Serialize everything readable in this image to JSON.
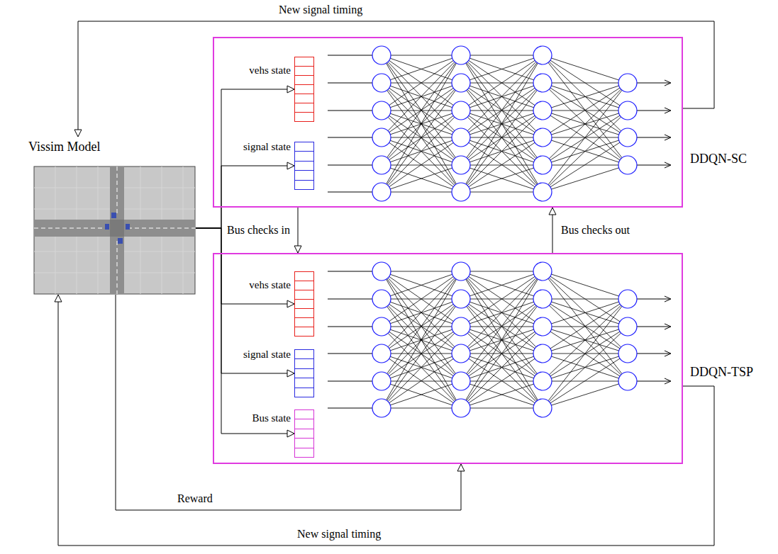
{
  "diagram": {
    "nodes": [
      {
        "text": [
          "Vissim Model"
        ]
      },
      {
        "text": [
          "DDQN-SC"
        ]
      },
      {
        "text": [
          "DDQN-TSP"
        ]
      },
      {
        "text": [
          "vehs state"
        ],
        "in": 1
      },
      {
        "text": [
          "signal state"
        ],
        "in": 1
      },
      {
        "text": [
          "vehs state"
        ],
        "in": 2
      },
      {
        "text": [
          "signal state"
        ],
        "in": 2
      },
      {
        "text": [
          "Bus state"
        ],
        "in": 2
      }
    ],
    "edges": [
      {
        "from": 1,
        "to": 0,
        "arrow": "to",
        "label": "New signal timing"
      },
      {
        "from": 2,
        "to": 0,
        "arrow": "to",
        "label": "New signal timing"
      },
      {
        "from": 0,
        "to": 2,
        "arrow": "to",
        "label": "Reward"
      },
      {
        "from": 1,
        "to": 2,
        "arrow": "to",
        "label": "Bus checks in"
      },
      {
        "from": 2,
        "to": 1,
        "arrow": "to",
        "label": "Bus checks out"
      },
      {
        "from": 0,
        "to": 3,
        "arrow": "to"
      },
      {
        "from": 0,
        "to": 4,
        "arrow": "to"
      },
      {
        "from": 0,
        "to": 5,
        "arrow": "to"
      },
      {
        "from": 0,
        "to": 6,
        "arrow": "to"
      },
      {
        "from": 0,
        "to": 7,
        "arrow": "to"
      }
    ]
  }
}
